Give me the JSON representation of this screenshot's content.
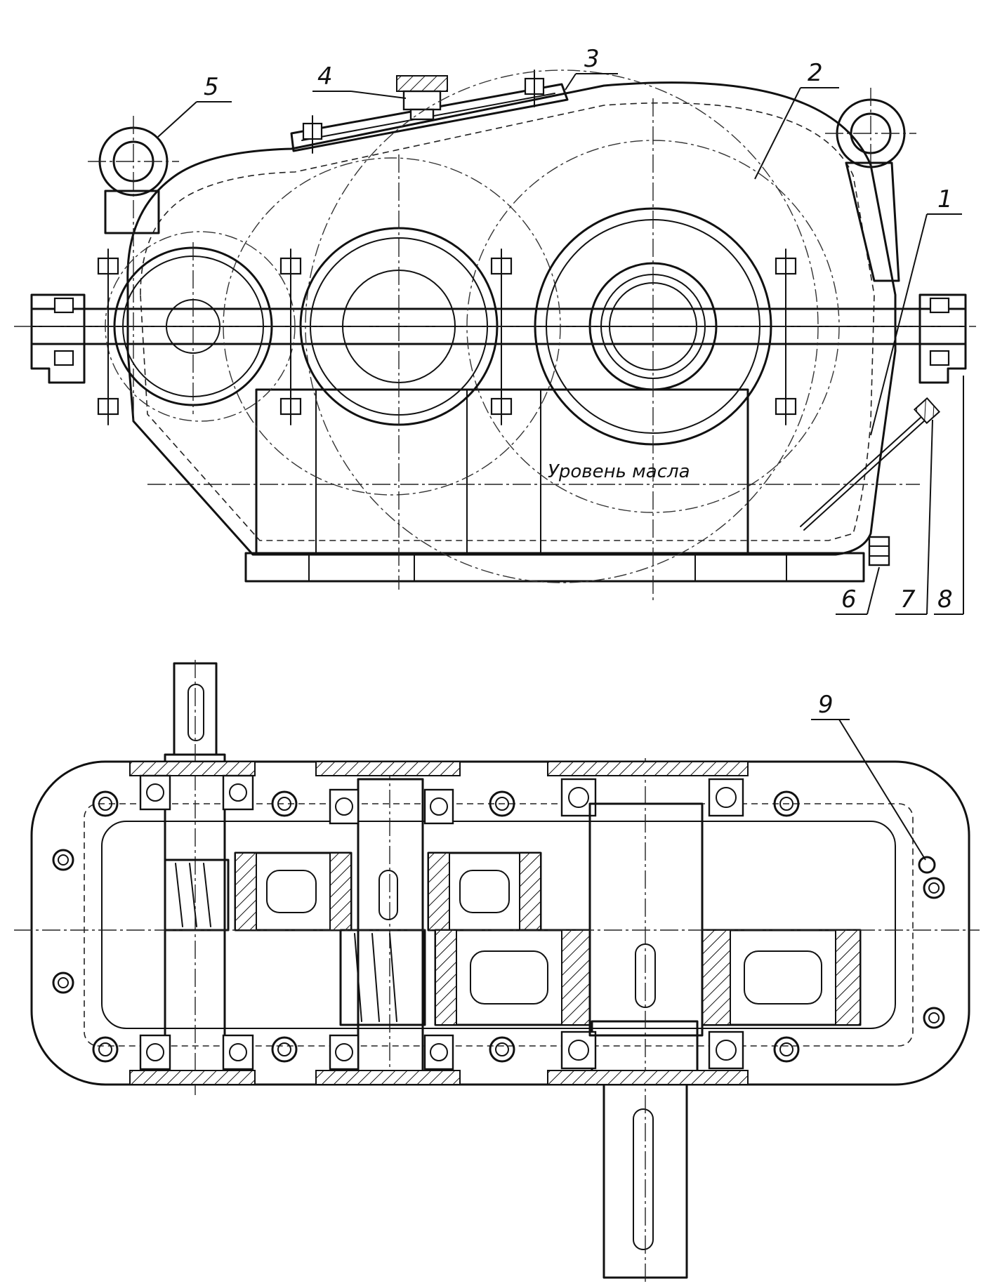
{
  "callouts": {
    "c1": "1",
    "c2": "2",
    "c3": "3",
    "c4": "4",
    "c5": "5",
    "c6": "6",
    "c7": "7",
    "c8": "8",
    "c9": "9"
  },
  "oil_level_text": "Уровень масла"
}
